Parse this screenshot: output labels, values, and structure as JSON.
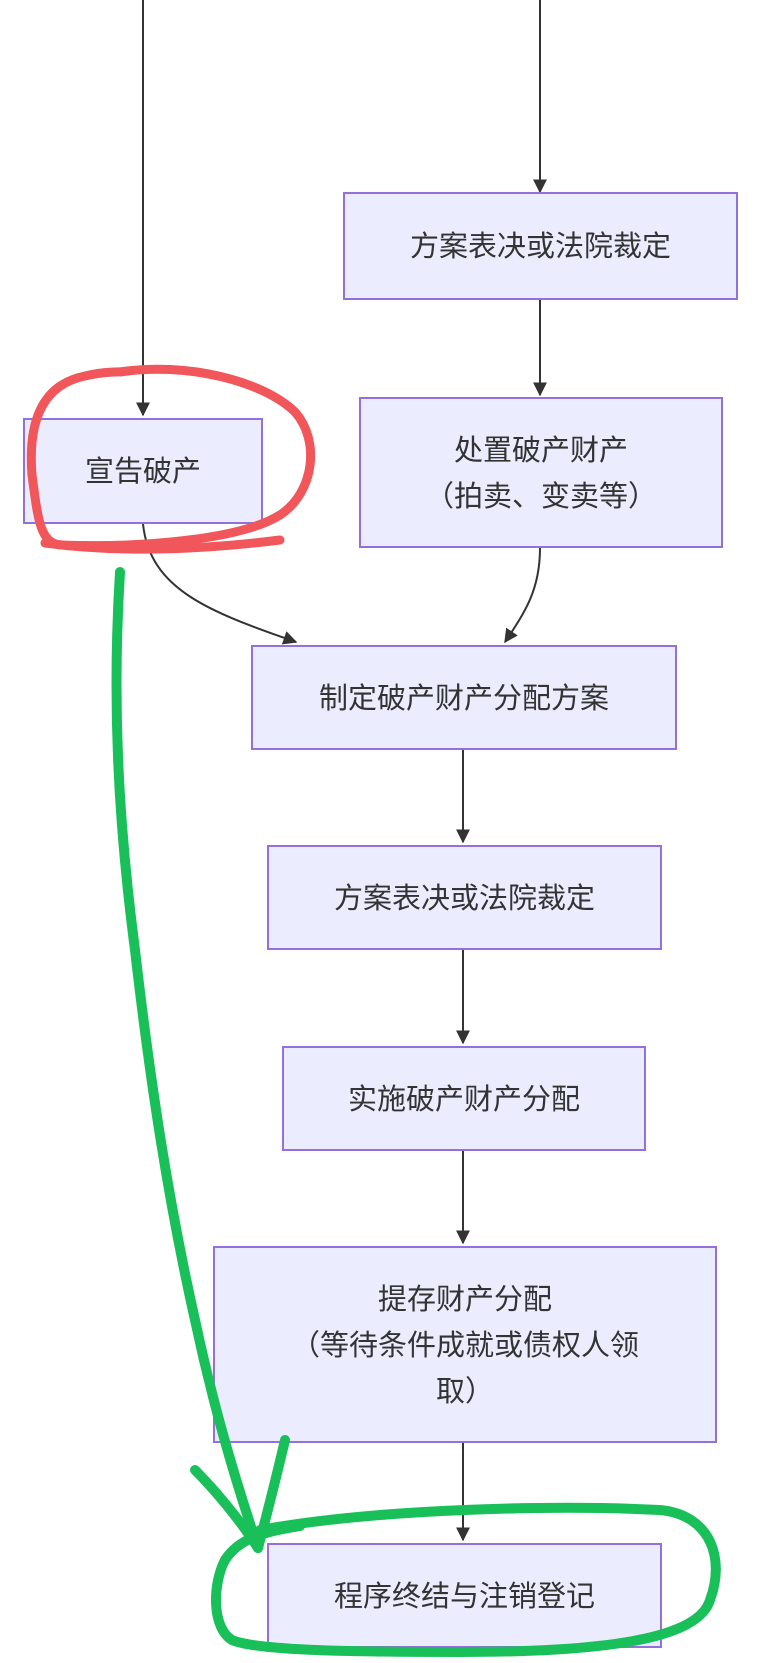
{
  "colors": {
    "node_fill": "#ececff",
    "node_border": "#9370db",
    "edge": "#333333",
    "text": "#333333",
    "red_marker": "#f0565a",
    "green_marker": "#19c059"
  },
  "nodes": {
    "decision_top": {
      "lines": [
        "方案表决或法院裁定"
      ]
    },
    "declare_bankruptcy": {
      "lines": [
        "宣告破产"
      ]
    },
    "dispose_property": {
      "lines": [
        "处置破产财产",
        "（拍卖、变卖等）"
      ]
    },
    "distribution_plan": {
      "lines": [
        "制定破产财产分配方案"
      ]
    },
    "decision_second": {
      "lines": [
        "方案表决或法院裁定"
      ]
    },
    "implement_distribution": {
      "lines": [
        "实施破产财产分配"
      ]
    },
    "escrow_distribution": {
      "lines": [
        "提存财产分配",
        "（等待条件成就或债权人领",
        "取）"
      ]
    },
    "termination": {
      "lines": [
        "程序终结与注销登记"
      ]
    }
  }
}
